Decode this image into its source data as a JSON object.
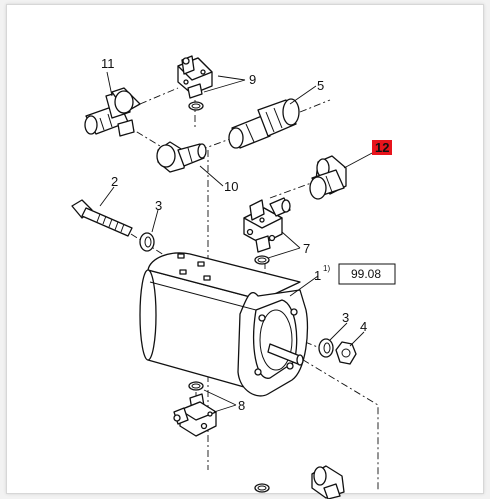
{
  "callouts": {
    "p1": "1",
    "p1_sup": "1)",
    "p2": "2",
    "p3a": "3",
    "p3b": "3",
    "p4": "4",
    "p5": "5",
    "p7": "7",
    "p8": "8",
    "p9": "9",
    "p10": "10",
    "p11": "11",
    "p12": "12"
  },
  "ref_box": "99.08",
  "colors": {
    "highlight": "#e8141c",
    "ink": "#111111"
  }
}
